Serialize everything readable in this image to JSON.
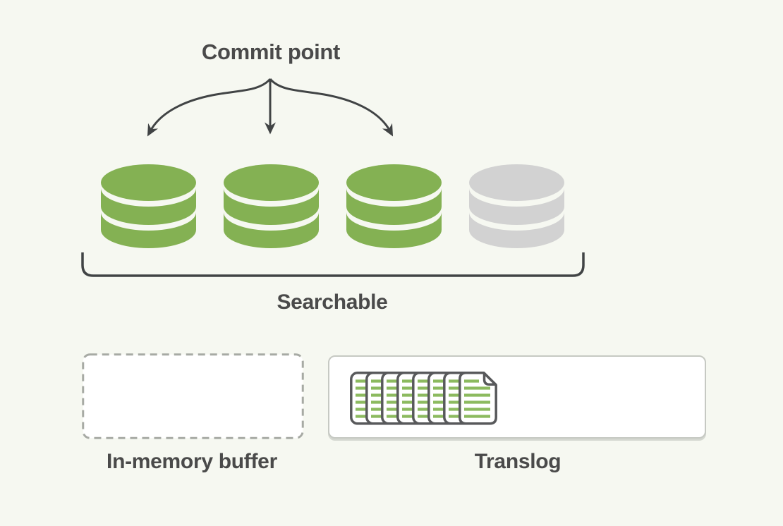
{
  "colors": {
    "background": "#f6f8f1",
    "segment-green": "#84b153",
    "segment-gray": "#d2d2d2",
    "text": "#4a4a4a",
    "stroke": "#414445",
    "doc-outline": "#58595b",
    "doc-line-green": "#8cba5f",
    "translog-border": "#c6c9c3",
    "buffer-border": "#a7aaa4"
  },
  "labels": {
    "commit_point": "Commit point",
    "searchable": "Searchable",
    "in_memory_buffer": "In-memory buffer",
    "translog": "Translog"
  },
  "segments": [
    {
      "status": "committed"
    },
    {
      "status": "committed"
    },
    {
      "status": "committed"
    },
    {
      "status": "uncommitted"
    }
  ],
  "translog": {
    "document_count": 8
  }
}
